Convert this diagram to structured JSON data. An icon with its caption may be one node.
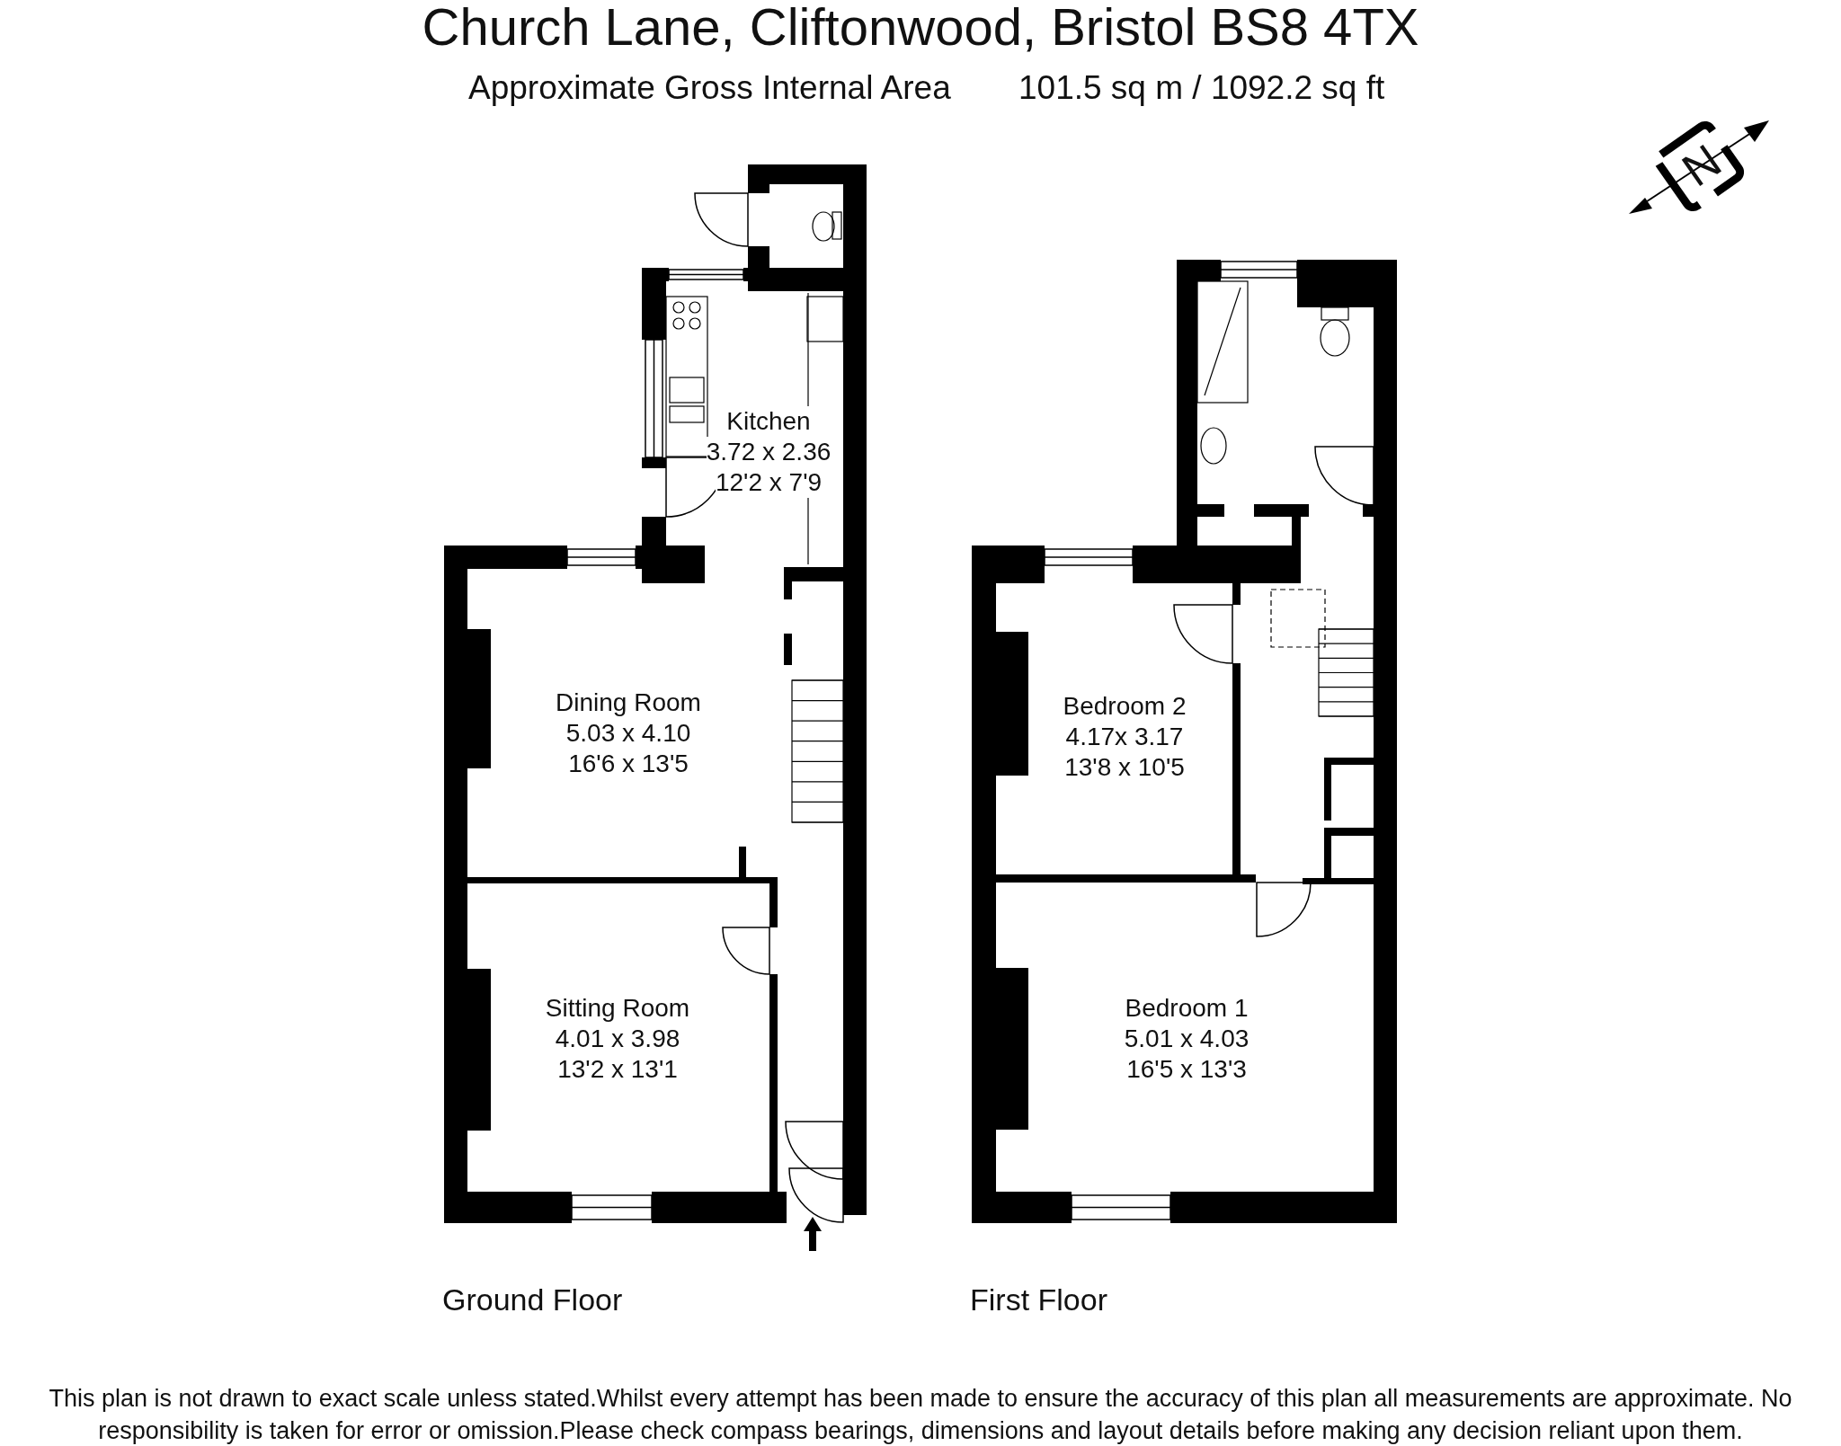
{
  "diagram": {
    "title": "Church Lane, Cliftonwood, Bristol BS8 4TX",
    "nodes": [
      {
        "text": [
          "Kitchen",
          "3.72 x 2.36",
          "12'2 x 7'9"
        ]
      },
      {
        "text": [
          "Dining Room",
          "5.03 x 4.10",
          "16'6 x 13'5"
        ]
      },
      {
        "text": [
          "Sitting Room",
          "4.01 x 3.98",
          "13'2 x 13'1"
        ]
      },
      {
        "text": [
          "Bedroom 2",
          "4.17x 3.17",
          "13'8 x 10'5"
        ]
      },
      {
        "text": [
          "Bedroom 1",
          "5.01 x 4.03",
          "16'5 x 13'3"
        ]
      }
    ],
    "labels": [
      "Approximate Gross Internal Area",
      "101.5 sq m / 1092.2 sq ft",
      "N",
      "Ground Floor",
      "First Floor",
      "This plan is not drawn to exact scale unless stated.Whilst every attempt has been made to ensure the accuracy of this plan all measurements are approximate. No responsibility is taken for error or omission.Please check compass bearings, dimensions and layout details before making any decision reliant upon them."
    ]
  }
}
